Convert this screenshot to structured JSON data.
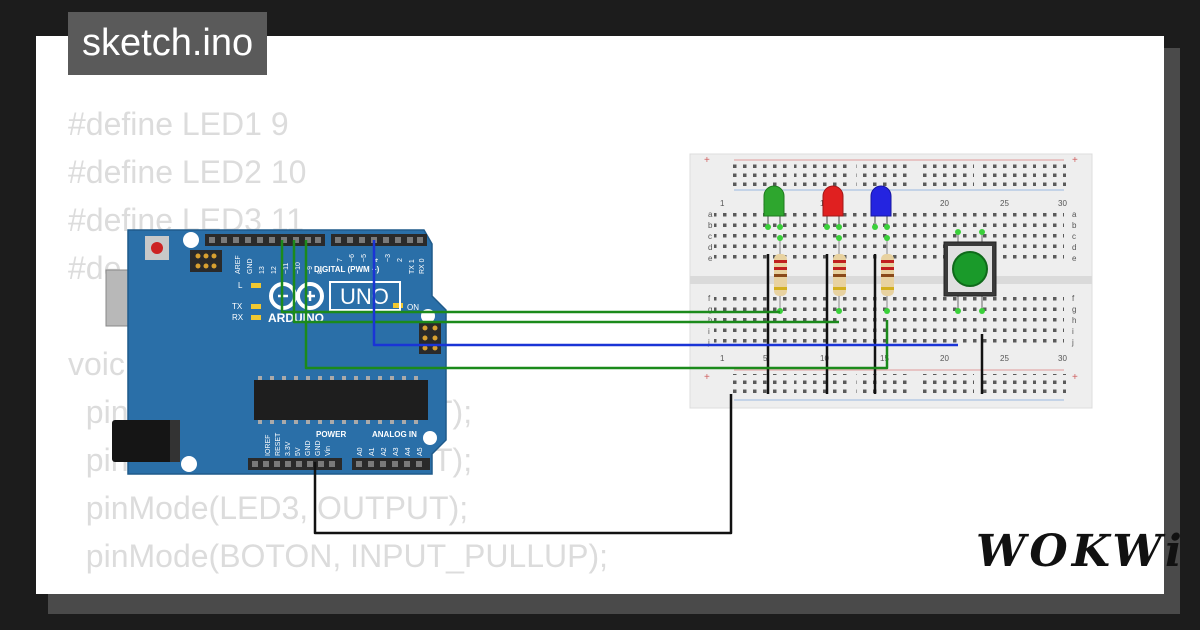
{
  "title": "sketch.ino",
  "code_lines": [
    "#define LED1 9",
    "#define LED2 10",
    "#define LED3 11",
    "#de",
    "",
    "voic",
    "  pin",
    "  pin",
    "  pinMode(LED3, OUTPUT);",
    "  pinMode(BOTON, INPUT_PULLUP);"
  ],
  "code_fragments": {
    "line7_tail": "T);",
    "line8_tail": "T);"
  },
  "brand": "WOKWi",
  "board": {
    "name": "UNO",
    "maker": "ARDUINO",
    "digital_header": "DIGITAL (PWM ~)",
    "pin_labels_top": [
      "AREF",
      "GND",
      "13",
      "12",
      "~11",
      "~10",
      "~9",
      "8",
      "7",
      "~6",
      "~5",
      "4",
      "~3",
      "2",
      "TX 1",
      "RX 0"
    ],
    "power_label": "POWER",
    "analog_label": "ANALOG IN",
    "power_pins": [
      "IOREF",
      "RESET",
      "3.3V",
      "5V",
      "GND",
      "GND",
      "Vin"
    ],
    "analog_pins": [
      "A0",
      "A1",
      "A2",
      "A3",
      "A4",
      "A5"
    ],
    "on_label": "ON",
    "l_label": "L",
    "tx_label": "TX",
    "rx_label": "RX"
  },
  "breadboard": {
    "col_numbers_top": [
      "1",
      "5",
      "10",
      "15",
      "20",
      "25",
      "30"
    ],
    "col_numbers_bottom": [
      "1",
      "5",
      "10",
      "15",
      "20",
      "25",
      "30"
    ],
    "row_letters_top": [
      "a",
      "b",
      "c",
      "d",
      "e"
    ],
    "row_letters_bottom": [
      "f",
      "g",
      "h",
      "i",
      "j"
    ],
    "rail_plus": "+"
  },
  "colors": {
    "board_blue": "#2a6fa8",
    "wire_green": "#1b8a1b",
    "wire_blue": "#1a34d6",
    "wire_black": "#111111",
    "led_green": "#2ea62e",
    "led_red": "#e02020",
    "led_blue": "#2424e0",
    "button_green": "#1a9a2a"
  }
}
